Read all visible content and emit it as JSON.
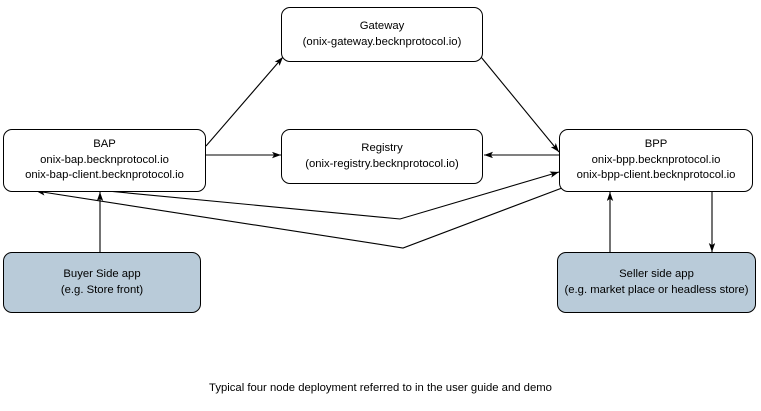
{
  "diagram": {
    "caption": "Typical four node deployment referred to in the user guide and demo",
    "colors": {
      "app_box_fill": "#b9cbd9",
      "node_stroke": "#000000",
      "node_fill": "#ffffff",
      "edge_stroke": "#000000",
      "background": "#ffffff"
    },
    "nodes": [
      {
        "id": "gateway",
        "title": "Gateway",
        "subtitle": "(onix-gateway.becknprotocol.io)",
        "filled": false
      },
      {
        "id": "bap",
        "title": "BAP",
        "subtitle": "onix-bap.becknprotocol.io",
        "subtitle2": "onix-bap-client.becknprotocol.io",
        "filled": false
      },
      {
        "id": "registry",
        "title": "Registry",
        "subtitle": "(onix-registry.becknprotocol.io)",
        "filled": false
      },
      {
        "id": "bpp",
        "title": "BPP",
        "subtitle": "onix-bpp.becknprotocol.io",
        "subtitle2": "onix-bpp-client.becknprotocol.io",
        "filled": false
      },
      {
        "id": "buyer",
        "title": "Buyer Side app",
        "subtitle": "(e.g. Store front)",
        "filled": true
      },
      {
        "id": "seller",
        "title": "Seller side app",
        "subtitle": "(e.g. market place or headless store)",
        "filled": true
      }
    ],
    "edges": [
      {
        "id": "bap-to-gateway",
        "from": "bap",
        "to": "gateway",
        "label": "",
        "arrow": "to"
      },
      {
        "id": "gateway-to-bpp",
        "from": "gateway",
        "to": "bpp",
        "label": "",
        "arrow": "to"
      },
      {
        "id": "bap-to-registry",
        "from": "bap",
        "to": "registry",
        "label": "",
        "arrow": "to"
      },
      {
        "id": "bpp-to-registry",
        "from": "bpp",
        "to": "registry",
        "label": "",
        "arrow": "to"
      },
      {
        "id": "bap-to-bpp",
        "from": "bap",
        "to": "bpp",
        "label": "",
        "arrow": "to"
      },
      {
        "id": "bpp-to-bap",
        "from": "bpp",
        "to": "bap",
        "label": "",
        "arrow": "to"
      },
      {
        "id": "buyer-to-bap",
        "from": "buyer",
        "to": "bap",
        "label": "",
        "arrow": "to"
      },
      {
        "id": "seller-to-bpp",
        "from": "seller",
        "to": "bpp",
        "label": "",
        "arrow": "to"
      },
      {
        "id": "bpp-to-seller",
        "from": "bpp",
        "to": "seller",
        "label": "",
        "arrow": "to"
      }
    ]
  }
}
